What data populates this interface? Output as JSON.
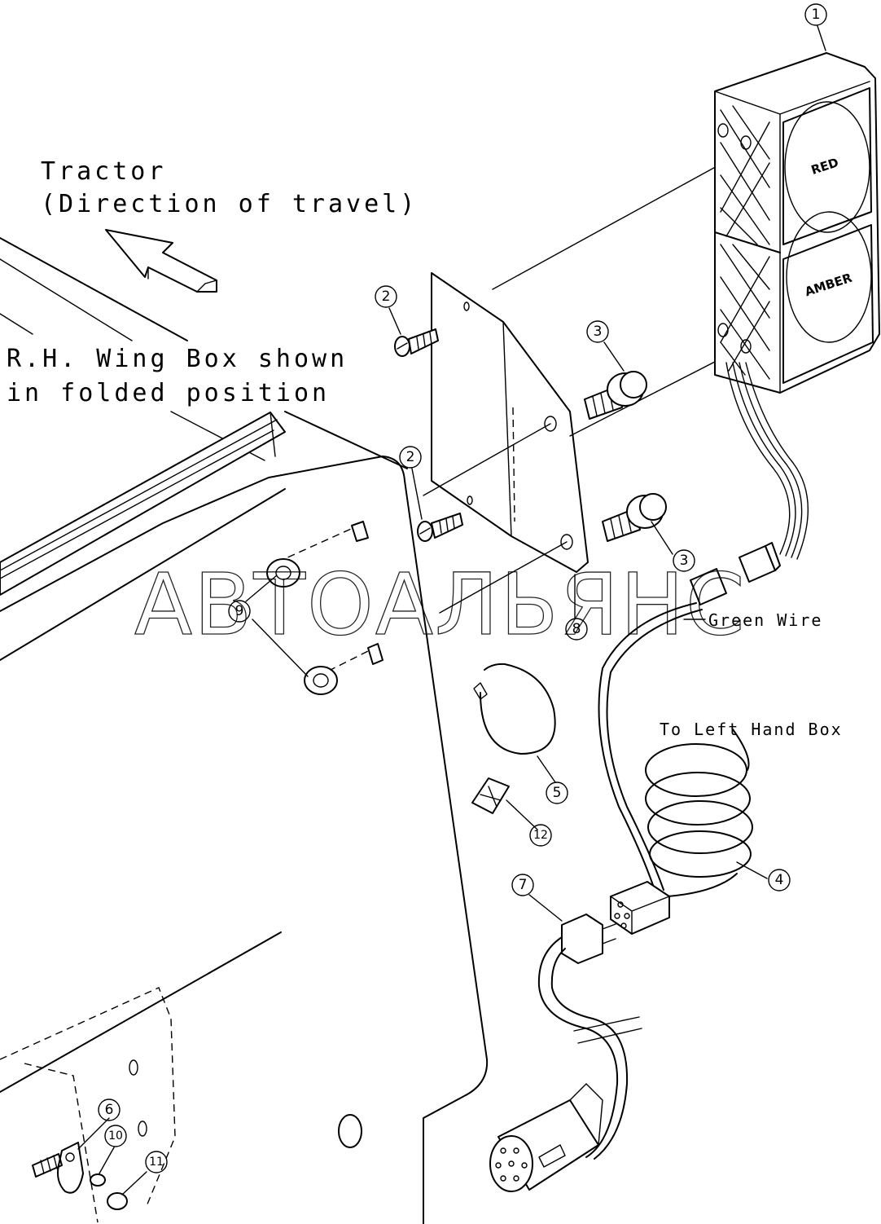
{
  "notes": {
    "tractor_line1": "Tractor",
    "tractor_line2": "(Direction of travel)",
    "wingbox_line1": "R.H. Wing Box shown",
    "wingbox_line2": "in folded position",
    "green_wire": "Green Wire",
    "left_box": "To Left Hand Box"
  },
  "lamp": {
    "top": "RED",
    "bottom": "AMBER"
  },
  "watermark": "АВТОАЛЬЯНС",
  "callouts": {
    "c1": "1",
    "c2a": "2",
    "c2b": "2",
    "c3a": "3",
    "c3b": "3",
    "c4": "4",
    "c5": "5",
    "c6": "6",
    "c7": "7",
    "c8": "8",
    "c9": "9",
    "c10": "10",
    "c11": "11",
    "c12": "12"
  }
}
